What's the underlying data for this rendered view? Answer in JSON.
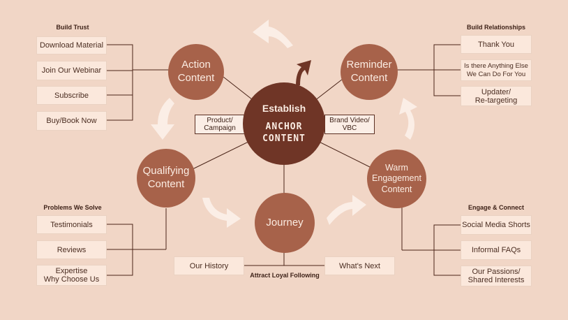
{
  "center": {
    "top": "Establish",
    "main": "ANCHOR\nCONTENT"
  },
  "side_labels": {
    "left": "Product/\nCampaign",
    "right": "Brand Video/\nVBC"
  },
  "circles": {
    "action": "Action\nContent",
    "reminder": "Reminder\nContent",
    "qualifying": "Qualifying\nContent",
    "warm": "Warm\nEngagement\nContent",
    "journey": "Journey"
  },
  "panels": {
    "build_trust": {
      "heading": "Build Trust",
      "items": [
        "Download Material",
        "Join Our Webinar",
        "Subscribe",
        "Buy/Book Now"
      ]
    },
    "build_relationships": {
      "heading": "Build Relationships",
      "items": [
        "Thank You",
        "Is there Anything Else\nWe Can Do For You",
        "Updater/\nRe-targeting"
      ]
    },
    "problems": {
      "heading": "Problems We Solve",
      "items": [
        "Testimonials",
        "Reviews",
        "Expertise\nWhy Choose Us"
      ]
    },
    "engage": {
      "heading": "Engage & Connect",
      "items": [
        "Social Media Shorts",
        "Informal FAQs",
        "Our Passions/\nShared Interests"
      ]
    },
    "journey_panel": {
      "heading": "Attract Loyal Following",
      "left": "Our History",
      "right": "What's Next"
    }
  },
  "colors": {
    "background": "#f1d6c6",
    "circle": "#a7624a",
    "center_circle": "#6f3526",
    "line": "#4a2418",
    "arrow": "#fbeee6",
    "dark_arrow": "#6f3526"
  }
}
